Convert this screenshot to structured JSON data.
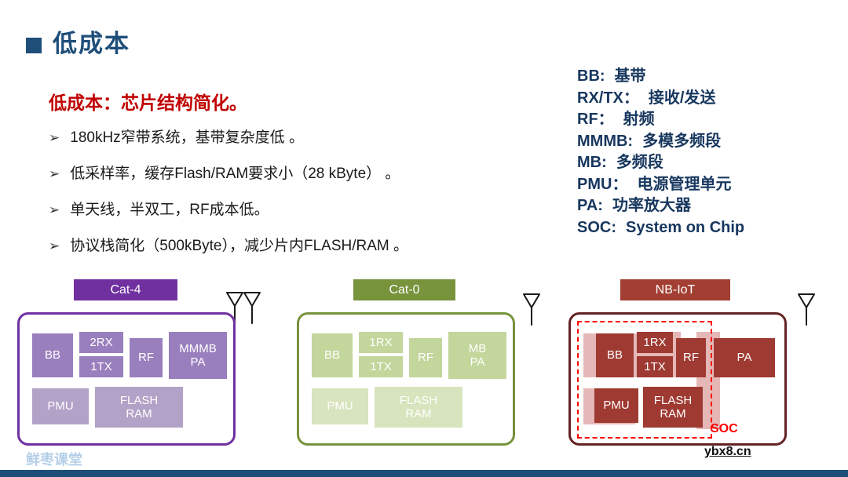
{
  "header": {
    "title": "低成本",
    "subtitle": "低成本：芯片结构简化。"
  },
  "bullet_marker": "➢",
  "bullets": [
    "180kHz窄带系统，基带复杂度低 。",
    "低采样率，缓存Flash/RAM要求小（28 kByte） 。",
    "单天线，半双工，RF成本低。",
    "协议栈简化（500kByte），减少片内FLASH/RAM 。"
  ],
  "legend": [
    {
      "term": "BB:",
      "desc": "基带"
    },
    {
      "term": "RX/TX：",
      "desc": "接收/发送"
    },
    {
      "term": "RF：",
      "desc": "射频"
    },
    {
      "term": "MMMB:",
      "desc": "多模多频段"
    },
    {
      "term": "MB:",
      "desc": "多频段"
    },
    {
      "term": "PMU：",
      "desc": "电源管理单元"
    },
    {
      "term": "PA:",
      "desc": "功率放大器"
    },
    {
      "term": "SOC:",
      "desc": "System on Chip"
    }
  ],
  "chips": [
    {
      "name": "Cat-4",
      "blocks": {
        "bb": "BB",
        "rx": "2RX",
        "tx": "1TX",
        "rf": "RF",
        "pa1": "MMMB",
        "pa2": "PA",
        "pmu": "PMU",
        "mem1": "FLASH",
        "mem2": "RAM"
      }
    },
    {
      "name": "Cat-0",
      "blocks": {
        "bb": "BB",
        "rx": "1RX",
        "tx": "1TX",
        "rf": "RF",
        "pa1": "MB",
        "pa2": "PA",
        "pmu": "PMU",
        "mem1": "FLASH",
        "mem2": "RAM"
      }
    },
    {
      "name": "NB-IoT",
      "blocks": {
        "bb": "BB",
        "rx": "1RX",
        "tx": "1TX",
        "rf": "RF",
        "pa": "PA",
        "pmu": "PMU",
        "mem1": "FLASH",
        "mem2": "RAM"
      },
      "soc_label": "SOC"
    }
  ],
  "footer": {
    "watermark": "鲜枣课堂",
    "site": "ybx8.cn"
  },
  "colors": {
    "title_blue": "#1F4E79",
    "accent_red": "#C00000",
    "legend_blue": "#17375E",
    "cat4_header": "#7030A0",
    "cat4_border": "#7030A0",
    "cat4_block": "#9A7FBE",
    "cat4_block_light": "#B3A2C7",
    "cat0_header": "#77933C",
    "cat0_border": "#77933C",
    "cat0_block": "#C3D69B",
    "cat0_block_light": "#D7E4BD",
    "nbiot_header": "#A33E33",
    "nbiot_border": "#632423",
    "nbiot_block": "#9E3A32",
    "nbiot_pink": "#E5B8B7",
    "soc_red": "#FF0000",
    "footer_bar": "#1F4E79",
    "watermark_blue": "#B4CFE8"
  }
}
